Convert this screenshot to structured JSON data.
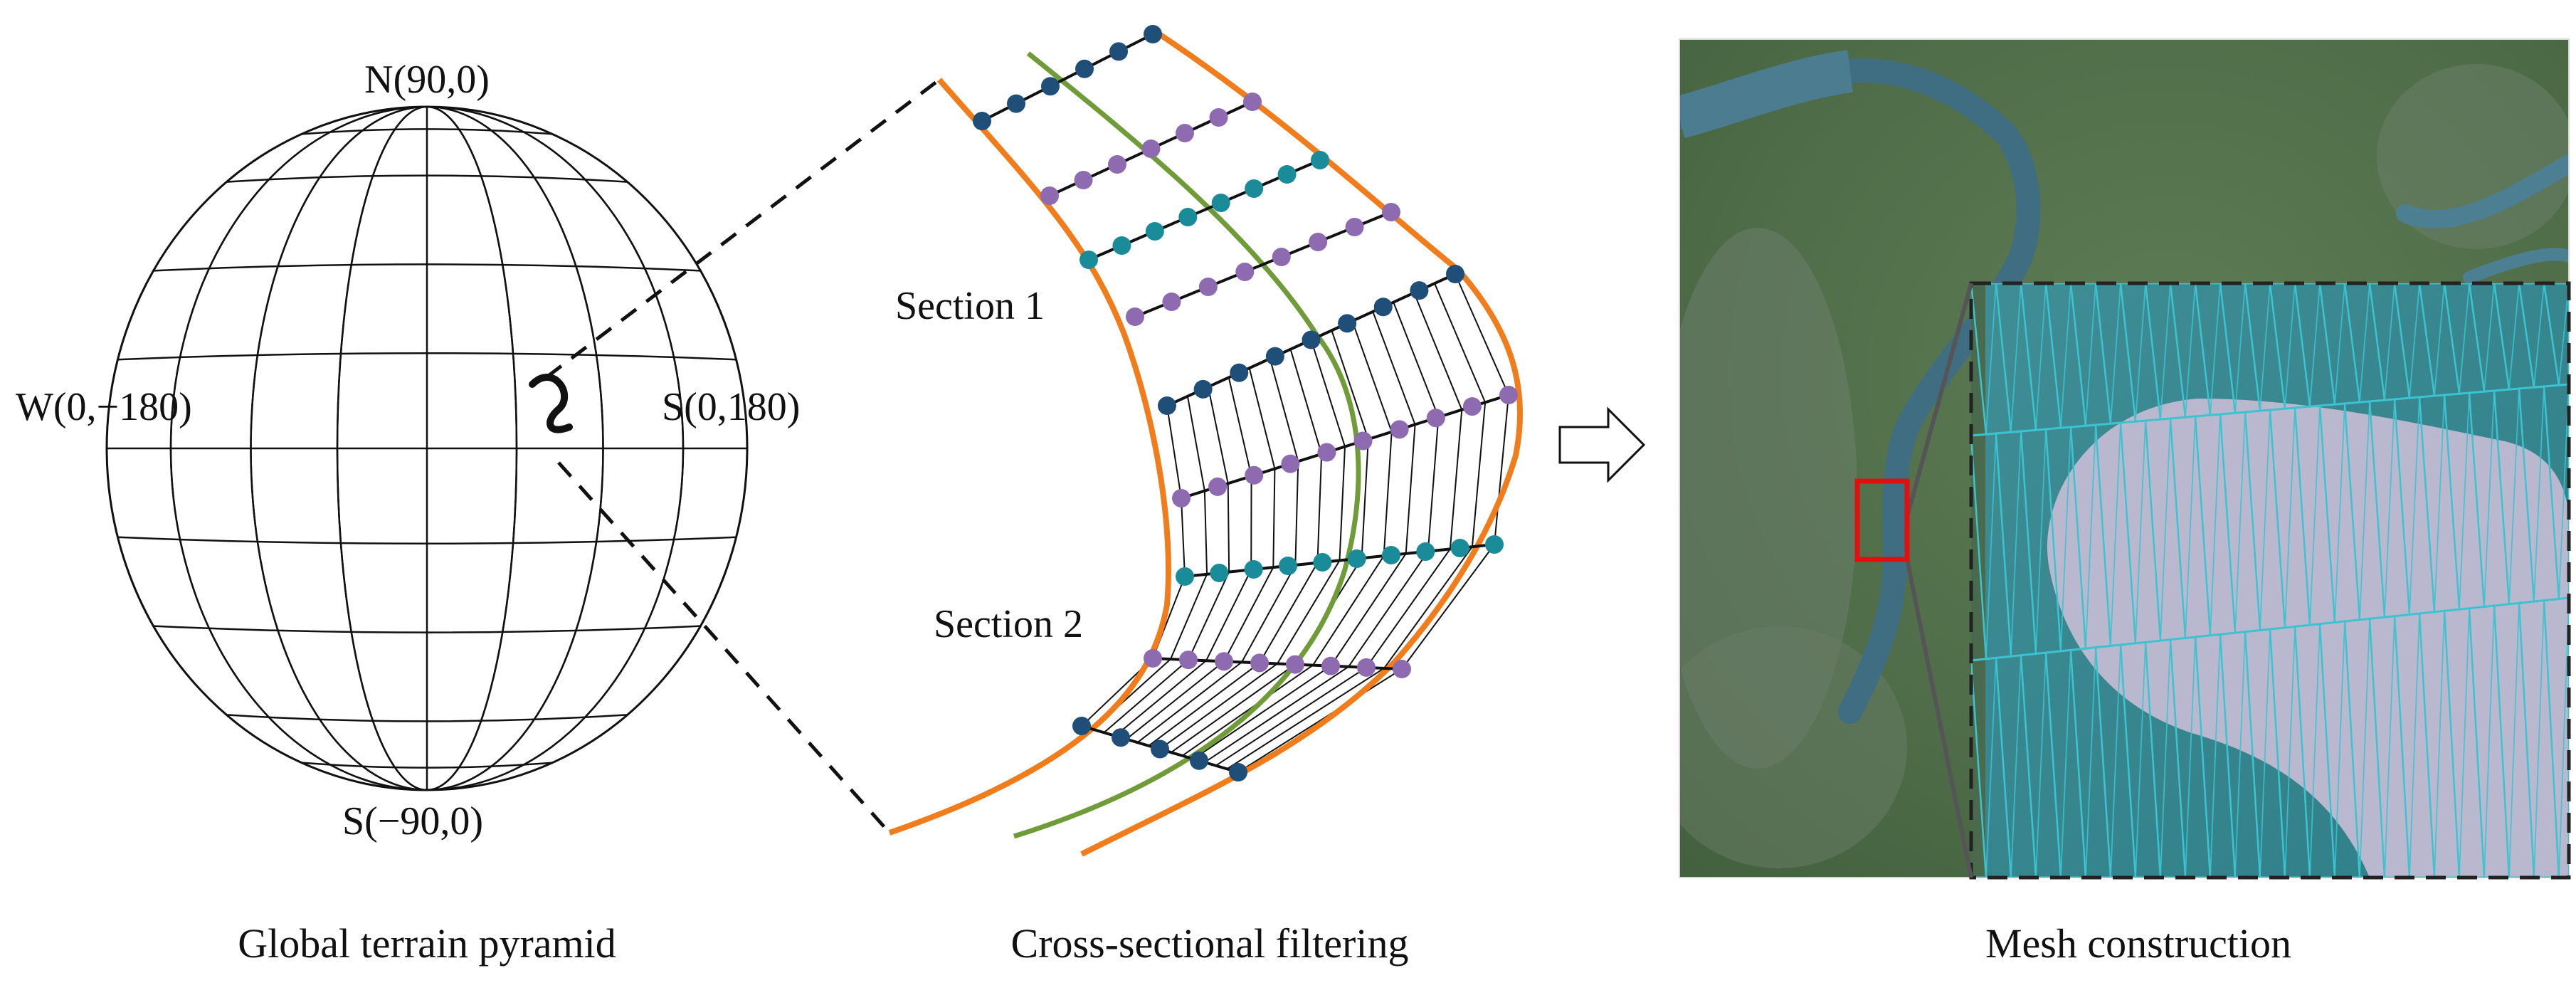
{
  "globe": {
    "north_label": "N(90,0)",
    "south_label": "S(−90,0)",
    "west_label": "W(0,−180)",
    "east_label": "S(0,180)",
    "caption": "Global terrain pyramid"
  },
  "sections": {
    "section1_label": "Section 1",
    "section2_label": "Section 2",
    "caption": "Cross-sectional filtering"
  },
  "mesh": {
    "caption": "Mesh construction"
  },
  "colors": {
    "boundary": "#f07c1c",
    "centerline": "#6f9b38",
    "dot_navy": "#1f4e79",
    "dot_purple": "#8e6bb0",
    "dot_teal": "#1a8c99",
    "mesh_line": "#3cc3d0",
    "highlight_box": "#e01010"
  }
}
